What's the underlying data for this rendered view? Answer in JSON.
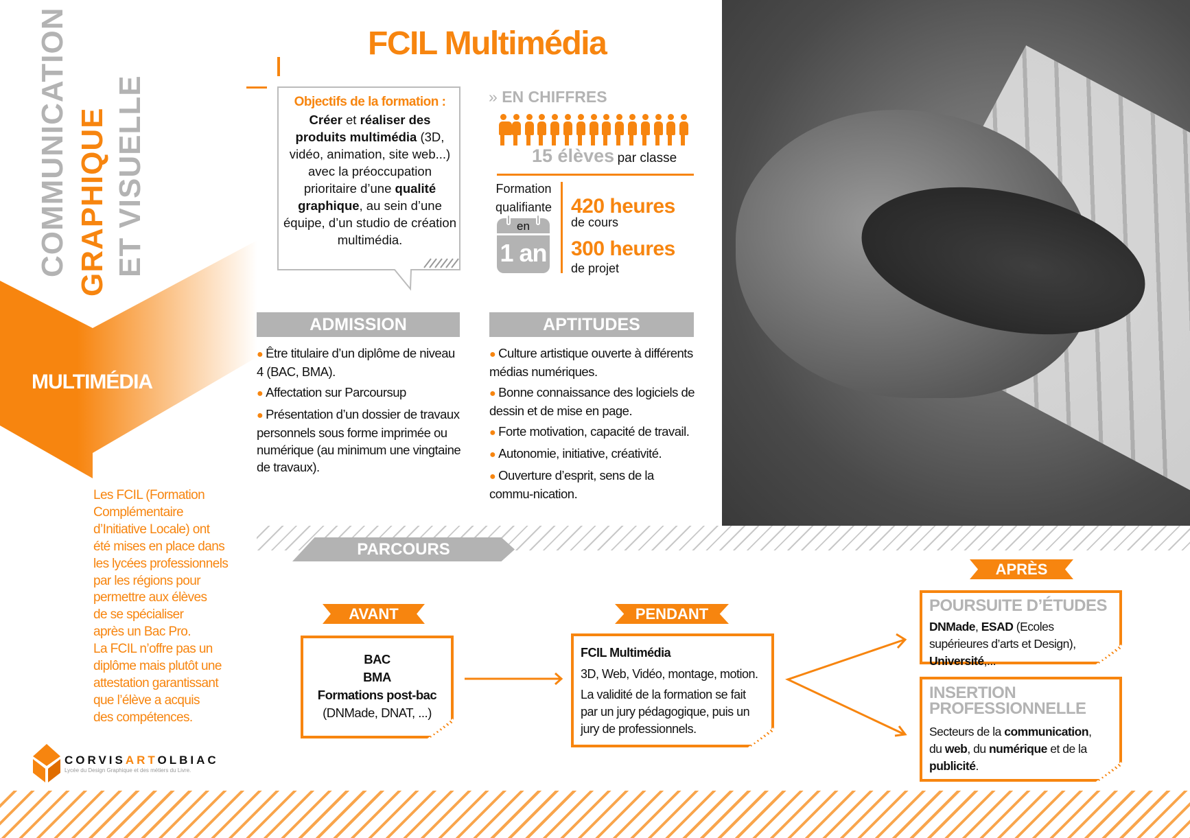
{
  "colors": {
    "accent": "#f7850f",
    "grey": "#b3b3b3"
  },
  "title": "FCIL Multimédia",
  "side": {
    "line1": "COMMUNICATION",
    "line2": "GRAPHIQUE",
    "line3": "ET VISUELLE",
    "multimedia": "MULTIMÉDIA",
    "intro": [
      "Les FCIL (Formation",
      "Complémentaire",
      "d’Initiative Locale) ont",
      "été mises en place dans",
      "les lycées professionnels",
      "par les régions pour",
      "permettre aux élèves",
      "de se spécialiser",
      "après un Bac Pro.",
      "La FCIL n’offre pas un",
      "diplôme mais plutôt une",
      "attestation garantissant",
      "que l’élève a acquis",
      "des compétences."
    ]
  },
  "logo": {
    "name_a": "CORVIS",
    "name_b": "ART",
    "name_c": "OLBIAC",
    "tagline": "Lycée du Design Graphique et des métiers du Livre."
  },
  "objectives": {
    "heading": "Objectifs de la formation :",
    "text": [
      [
        "Créer",
        true
      ],
      [
        " et ",
        false
      ],
      [
        "réaliser des produits multimédia",
        true
      ],
      [
        " (3D, vidéo, animation, site web...) avec la préoccupation prioritaire d’une ",
        false
      ],
      [
        "qualité graphique",
        true
      ],
      [
        ", au sein d’une équipe, d’un studio de création multimédia.",
        false
      ]
    ]
  },
  "figures": {
    "heading": "EN CHIFFRES",
    "students_count": 15,
    "students": "15 élèves",
    "per_class": "par classe",
    "formation": "Formation",
    "qualifiante": "qualifiante",
    "en": "en",
    "duration": "1 an",
    "hours1": "420 heures",
    "hours1_label": "de cours",
    "hours2": "300 heures",
    "hours2_label": "de projet"
  },
  "admission": {
    "title": "ADMISSION",
    "items": [
      "Être titulaire d’un diplôme de niveau 4 (BAC, BMA).",
      "Affectation sur Parcoursup",
      "Présentation d’un dossier de travaux personnels sous forme imprimée ou numérique (au minimum une vingtaine de travaux)."
    ]
  },
  "aptitudes": {
    "title": "APTITUDES",
    "items": [
      "Culture artistique ouverte à différents médias numériques.",
      "Bonne connaissance des logiciels de dessin et de mise en page.",
      "Forte motivation, capacité de travail.",
      "Autonomie, initiative, créativité.",
      "Ouverture d’esprit, sens de la commu-nication."
    ]
  },
  "parcours": {
    "title": "PARCOURS",
    "avant": {
      "label": "AVANT",
      "l1": "BAC",
      "l2": "BMA",
      "l3": "Formations post-bac",
      "l4": "(DNMade, DNAT, ...)"
    },
    "pendant": {
      "label": "PENDANT",
      "title": "FCIL Multimédia",
      "l1": "3D, Web, Vidéo, montage, motion.",
      "l2": "La validité de la formation se fait par un jury pédagogique, puis un jury de professionnels."
    },
    "apres": {
      "label": "APRÈS",
      "etudes": {
        "title": "POURSUITE D’ÉTUDES",
        "text": [
          [
            "DNMade",
            true
          ],
          [
            ", ",
            false
          ],
          [
            "ESAD",
            true
          ],
          [
            " (Ecoles supérieures d’arts et Design), ",
            false
          ],
          [
            "Université",
            true
          ],
          [
            ",...",
            false
          ]
        ]
      },
      "insertion": {
        "title1": "INSERTION",
        "title2": "PROFESSIONNELLE",
        "text": [
          [
            "Secteurs de la ",
            false
          ],
          [
            "communication",
            true
          ],
          [
            ", du ",
            false
          ],
          [
            "web",
            true
          ],
          [
            ", du ",
            false
          ],
          [
            "numérique",
            true
          ],
          [
            " et de la ",
            false
          ],
          [
            "publicité",
            true
          ],
          [
            ".",
            false
          ]
        ]
      }
    }
  }
}
